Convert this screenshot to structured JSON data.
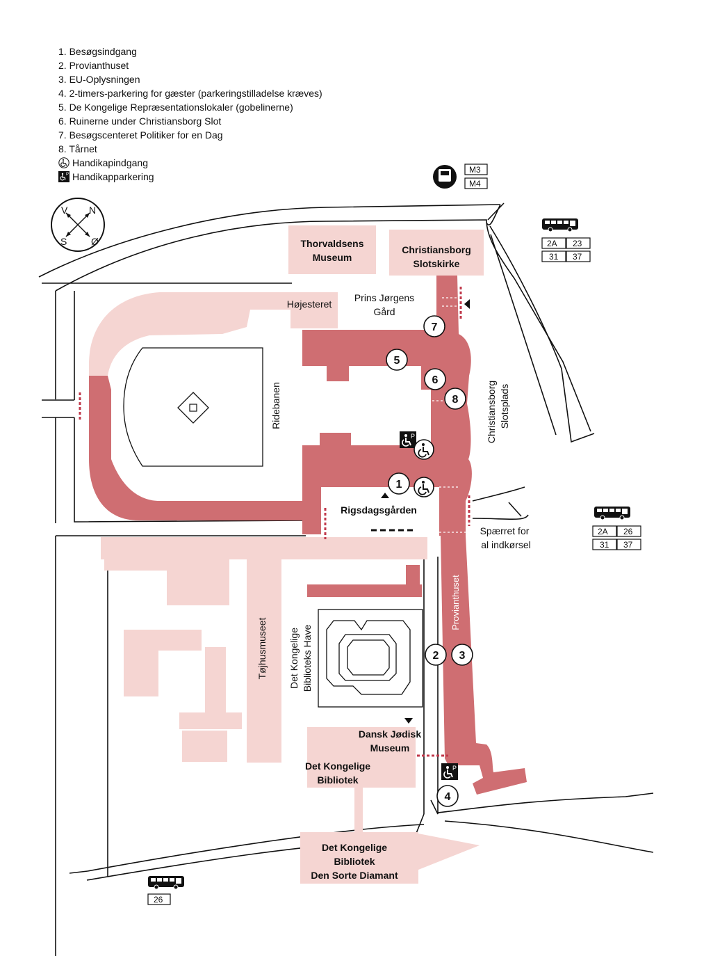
{
  "legend": {
    "items": [
      "1. Besøgsindgang",
      "2. Provianthuset",
      "3. EU-Oplysningen",
      "4. 2-timers-parkering for gæster (parkeringstilladelse kræves)",
      "5. De Kongelige Repræsentationslokaler (gobelinerne)",
      "6. Ruinerne under Christiansborg Slot",
      "7. Besøgscenteret Politiker for en Dag",
      "8. Tårnet"
    ],
    "handicap_entrance": "Handikapindgang",
    "handicap_parking": "Handikapparkering"
  },
  "compass": {
    "n": "N",
    "s": "S",
    "v": "V",
    "o": "Ø"
  },
  "metro": {
    "lines": [
      "M3",
      "M4"
    ]
  },
  "buses": {
    "top_right": [
      "2A",
      "23",
      "31",
      "37"
    ],
    "mid_right": [
      "2A",
      "26",
      "31",
      "37"
    ],
    "bottom_left": [
      "26"
    ]
  },
  "labels": {
    "thorvaldsens": [
      "Thorvaldsens",
      "Museum"
    ],
    "slotskirke": [
      "Christiansborg",
      "Slotskirke"
    ],
    "hojesteret": "Højesteret",
    "prins_jorgens": [
      "Prins Jørgens",
      "Gård"
    ],
    "ridebanen": "Ridebanen",
    "slotsplads": [
      "Christiansborg",
      "Slotsplads"
    ],
    "rigsdagsgarden": "Rigsdagsgården",
    "sperret": [
      "Spærret for",
      "al indkørsel"
    ],
    "provianthuset": "Provianthuset",
    "tojhusmuseet": "Tøjhusmuseet",
    "bibliotekshave": [
      "Det Kongelige",
      "Biblioteks Have"
    ],
    "jodisk": [
      "Dansk Jødisk",
      "Museum"
    ],
    "kongelige_bibliotek": [
      "Det Kongelige",
      "Bibliotek"
    ],
    "sorte_diamant": [
      "Det Kongelige",
      "Bibliotek",
      "Den Sorte Diamant"
    ]
  },
  "markers": [
    "1",
    "2",
    "3",
    "4",
    "5",
    "6",
    "7",
    "8"
  ],
  "colors": {
    "main": "#cf6e72",
    "light": "#f5d5d2",
    "road": "#111111",
    "dash": "#c0394b"
  }
}
